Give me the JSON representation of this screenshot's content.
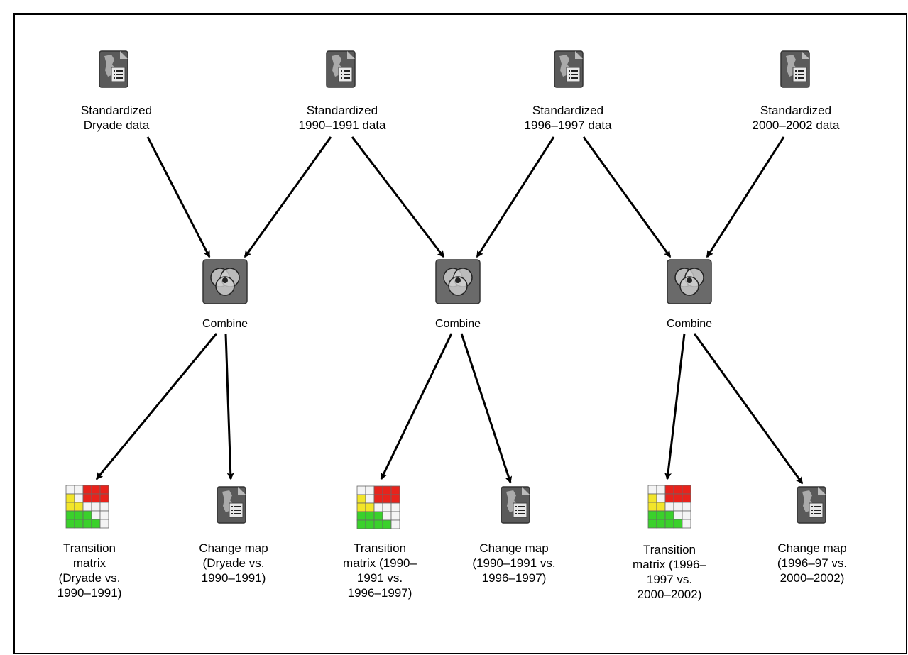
{
  "sources": [
    {
      "lines": [
        "Standardized",
        "Dryade data"
      ],
      "icon": "map-document-icon"
    },
    {
      "lines": [
        "Standardized",
        "1990–1991 data"
      ],
      "icon": "map-document-icon"
    },
    {
      "lines": [
        "Standardized",
        "1996–1997 data"
      ],
      "icon": "map-document-icon"
    },
    {
      "lines": [
        "Standardized",
        "2000–2002 data"
      ],
      "icon": "map-document-icon"
    }
  ],
  "combines": [
    {
      "label": "Combine",
      "icon": "combine-venn-icon"
    },
    {
      "label": "Combine",
      "icon": "combine-venn-icon"
    },
    {
      "label": "Combine",
      "icon": "combine-venn-icon"
    }
  ],
  "outputs": [
    {
      "lines": [
        "Transition",
        "matrix",
        "(Dryade vs.",
        "1990–1991)"
      ],
      "icon": "transition-matrix-icon"
    },
    {
      "lines": [
        "Change map",
        "(Dryade vs.",
        "1990–1991)"
      ],
      "icon": "map-document-icon"
    },
    {
      "lines": [
        "Transition",
        "matrix (1990–",
        "1991 vs.",
        "1996–1997)"
      ],
      "icon": "transition-matrix-icon"
    },
    {
      "lines": [
        "Change map",
        "(1990–1991 vs.",
        "1996–1997)"
      ],
      "icon": "map-document-icon"
    },
    {
      "lines": [
        "Transition",
        "matrix (1996–",
        "1997 vs.",
        "2000–2002)"
      ],
      "icon": "transition-matrix-icon"
    },
    {
      "lines": [
        "Change map",
        "(1996–97 vs.",
        "2000–2002)"
      ],
      "icon": "map-document-icon"
    }
  ],
  "colors": {
    "line": "#000000",
    "icon_dark": "#4a4a4a",
    "matrix_red": "#e8231c",
    "matrix_yellow": "#f2e52a",
    "matrix_green": "#3ad12b"
  }
}
